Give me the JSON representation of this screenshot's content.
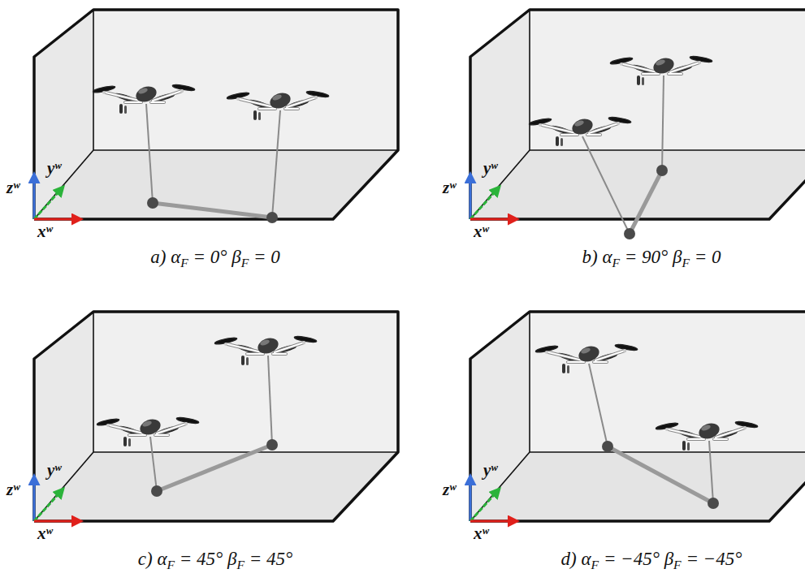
{
  "diagram": {
    "labels": [
      "zʷ",
      "yʷ",
      "xʷ",
      "a) αF = 0° βF = 0",
      "zʷ",
      "yʷ",
      "xʷ",
      "b) αF = 90° βF = 0",
      "zʷ",
      "yʷ",
      "xʷ",
      "c) αF = 45° βF = 45°",
      "zʷ",
      "yʷ",
      "xʷ",
      "d) αF = −45° βF = −45°"
    ]
  }
}
